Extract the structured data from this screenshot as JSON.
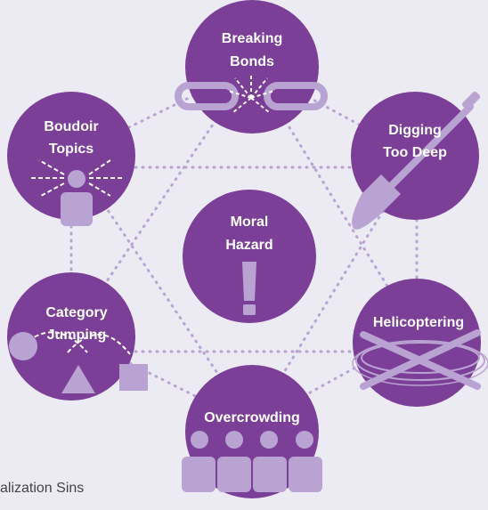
{
  "diagram": {
    "center": {
      "line1": "Moral",
      "line2": "Hazard",
      "icon": "exclamation-icon"
    },
    "nodes": [
      {
        "id": "breaking-bonds",
        "line1": "Breaking",
        "line2": "Bonds",
        "icon": "broken-chain-icon"
      },
      {
        "id": "digging-too-deep",
        "line1": "Digging",
        "line2": "Too Deep",
        "icon": "shovel-icon"
      },
      {
        "id": "helicoptering",
        "line1": "Helicoptering",
        "line2": "",
        "icon": "helicopter-rotor-icon"
      },
      {
        "id": "overcrowding",
        "line1": "Overcrowding",
        "line2": "",
        "icon": "crowd-icon"
      },
      {
        "id": "category-jumping",
        "line1": "Category",
        "line2": "Jumping",
        "icon": "shapes-icon"
      },
      {
        "id": "boudoir-topics",
        "line1": "Boudoir",
        "line2": "Topics",
        "icon": "exposed-person-icon"
      }
    ]
  },
  "caption": "alization Sins",
  "colors": {
    "background": "#eceaf3",
    "circle": "#7b3f97",
    "icon": "#b9a3d3",
    "connector": "#b9a3d3",
    "label": "#ffffff"
  }
}
